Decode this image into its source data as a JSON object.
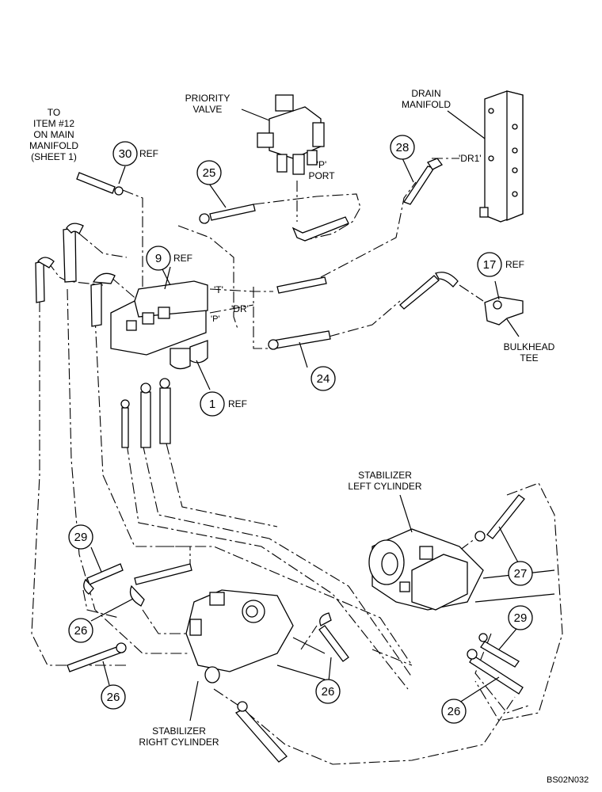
{
  "labels": {
    "to_item": [
      "TO",
      "ITEM #12",
      "ON MAIN",
      "MANIFOLD",
      "(SHEET 1)"
    ],
    "priority_valve": [
      "PRIORITY",
      "VALVE"
    ],
    "p_port": [
      "'P'",
      "PORT"
    ],
    "drain_manifold": [
      "DRAIN",
      "MANIFOLD"
    ],
    "dr1": "'DR1'",
    "t_port": "'T'",
    "dr_port": "'DR'",
    "p_small": "'P'",
    "bulkhead_tee": [
      "BULKHEAD",
      "TEE"
    ],
    "stab_left": [
      "STABILIZER",
      "LEFT CYLINDER"
    ],
    "stab_right": [
      "STABILIZER",
      "RIGHT CYLINDER"
    ],
    "figure_code": "BS02N032",
    "ref": "REF"
  },
  "callouts": {
    "c30": "30",
    "c25": "25",
    "c28": "28",
    "c9": "9",
    "c17": "17",
    "c24": "24",
    "c1": "1",
    "c29a": "29",
    "c27": "27",
    "c26a": "26",
    "c29b": "29",
    "c26b": "26",
    "c26c": "26",
    "c26d": "26"
  }
}
